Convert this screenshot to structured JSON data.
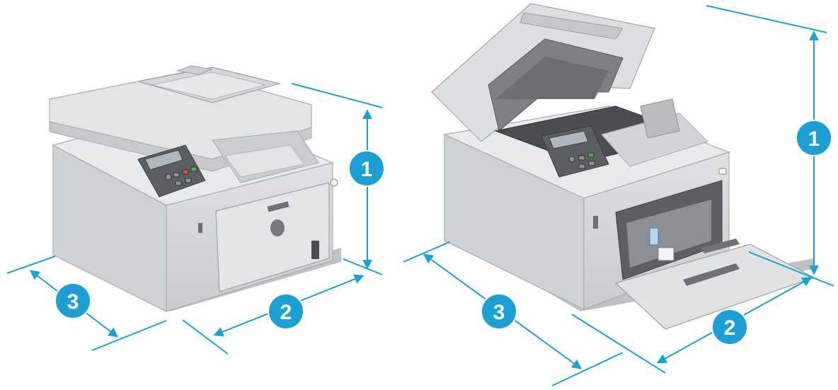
{
  "colors": {
    "dimension_line": "#16a3d6",
    "badge_fill": "#1b9fd5",
    "badge_text": "#ffffff",
    "printer_body": "#d9dbdd",
    "printer_dark": "#8e9194"
  },
  "printer_closed": {
    "dimensions": [
      {
        "label": "1",
        "meaning": "height"
      },
      {
        "label": "2",
        "meaning": "width"
      },
      {
        "label": "3",
        "meaning": "depth"
      }
    ]
  },
  "printer_open": {
    "dimensions": [
      {
        "label": "1",
        "meaning": "height"
      },
      {
        "label": "2",
        "meaning": "width"
      },
      {
        "label": "3",
        "meaning": "depth"
      }
    ]
  }
}
